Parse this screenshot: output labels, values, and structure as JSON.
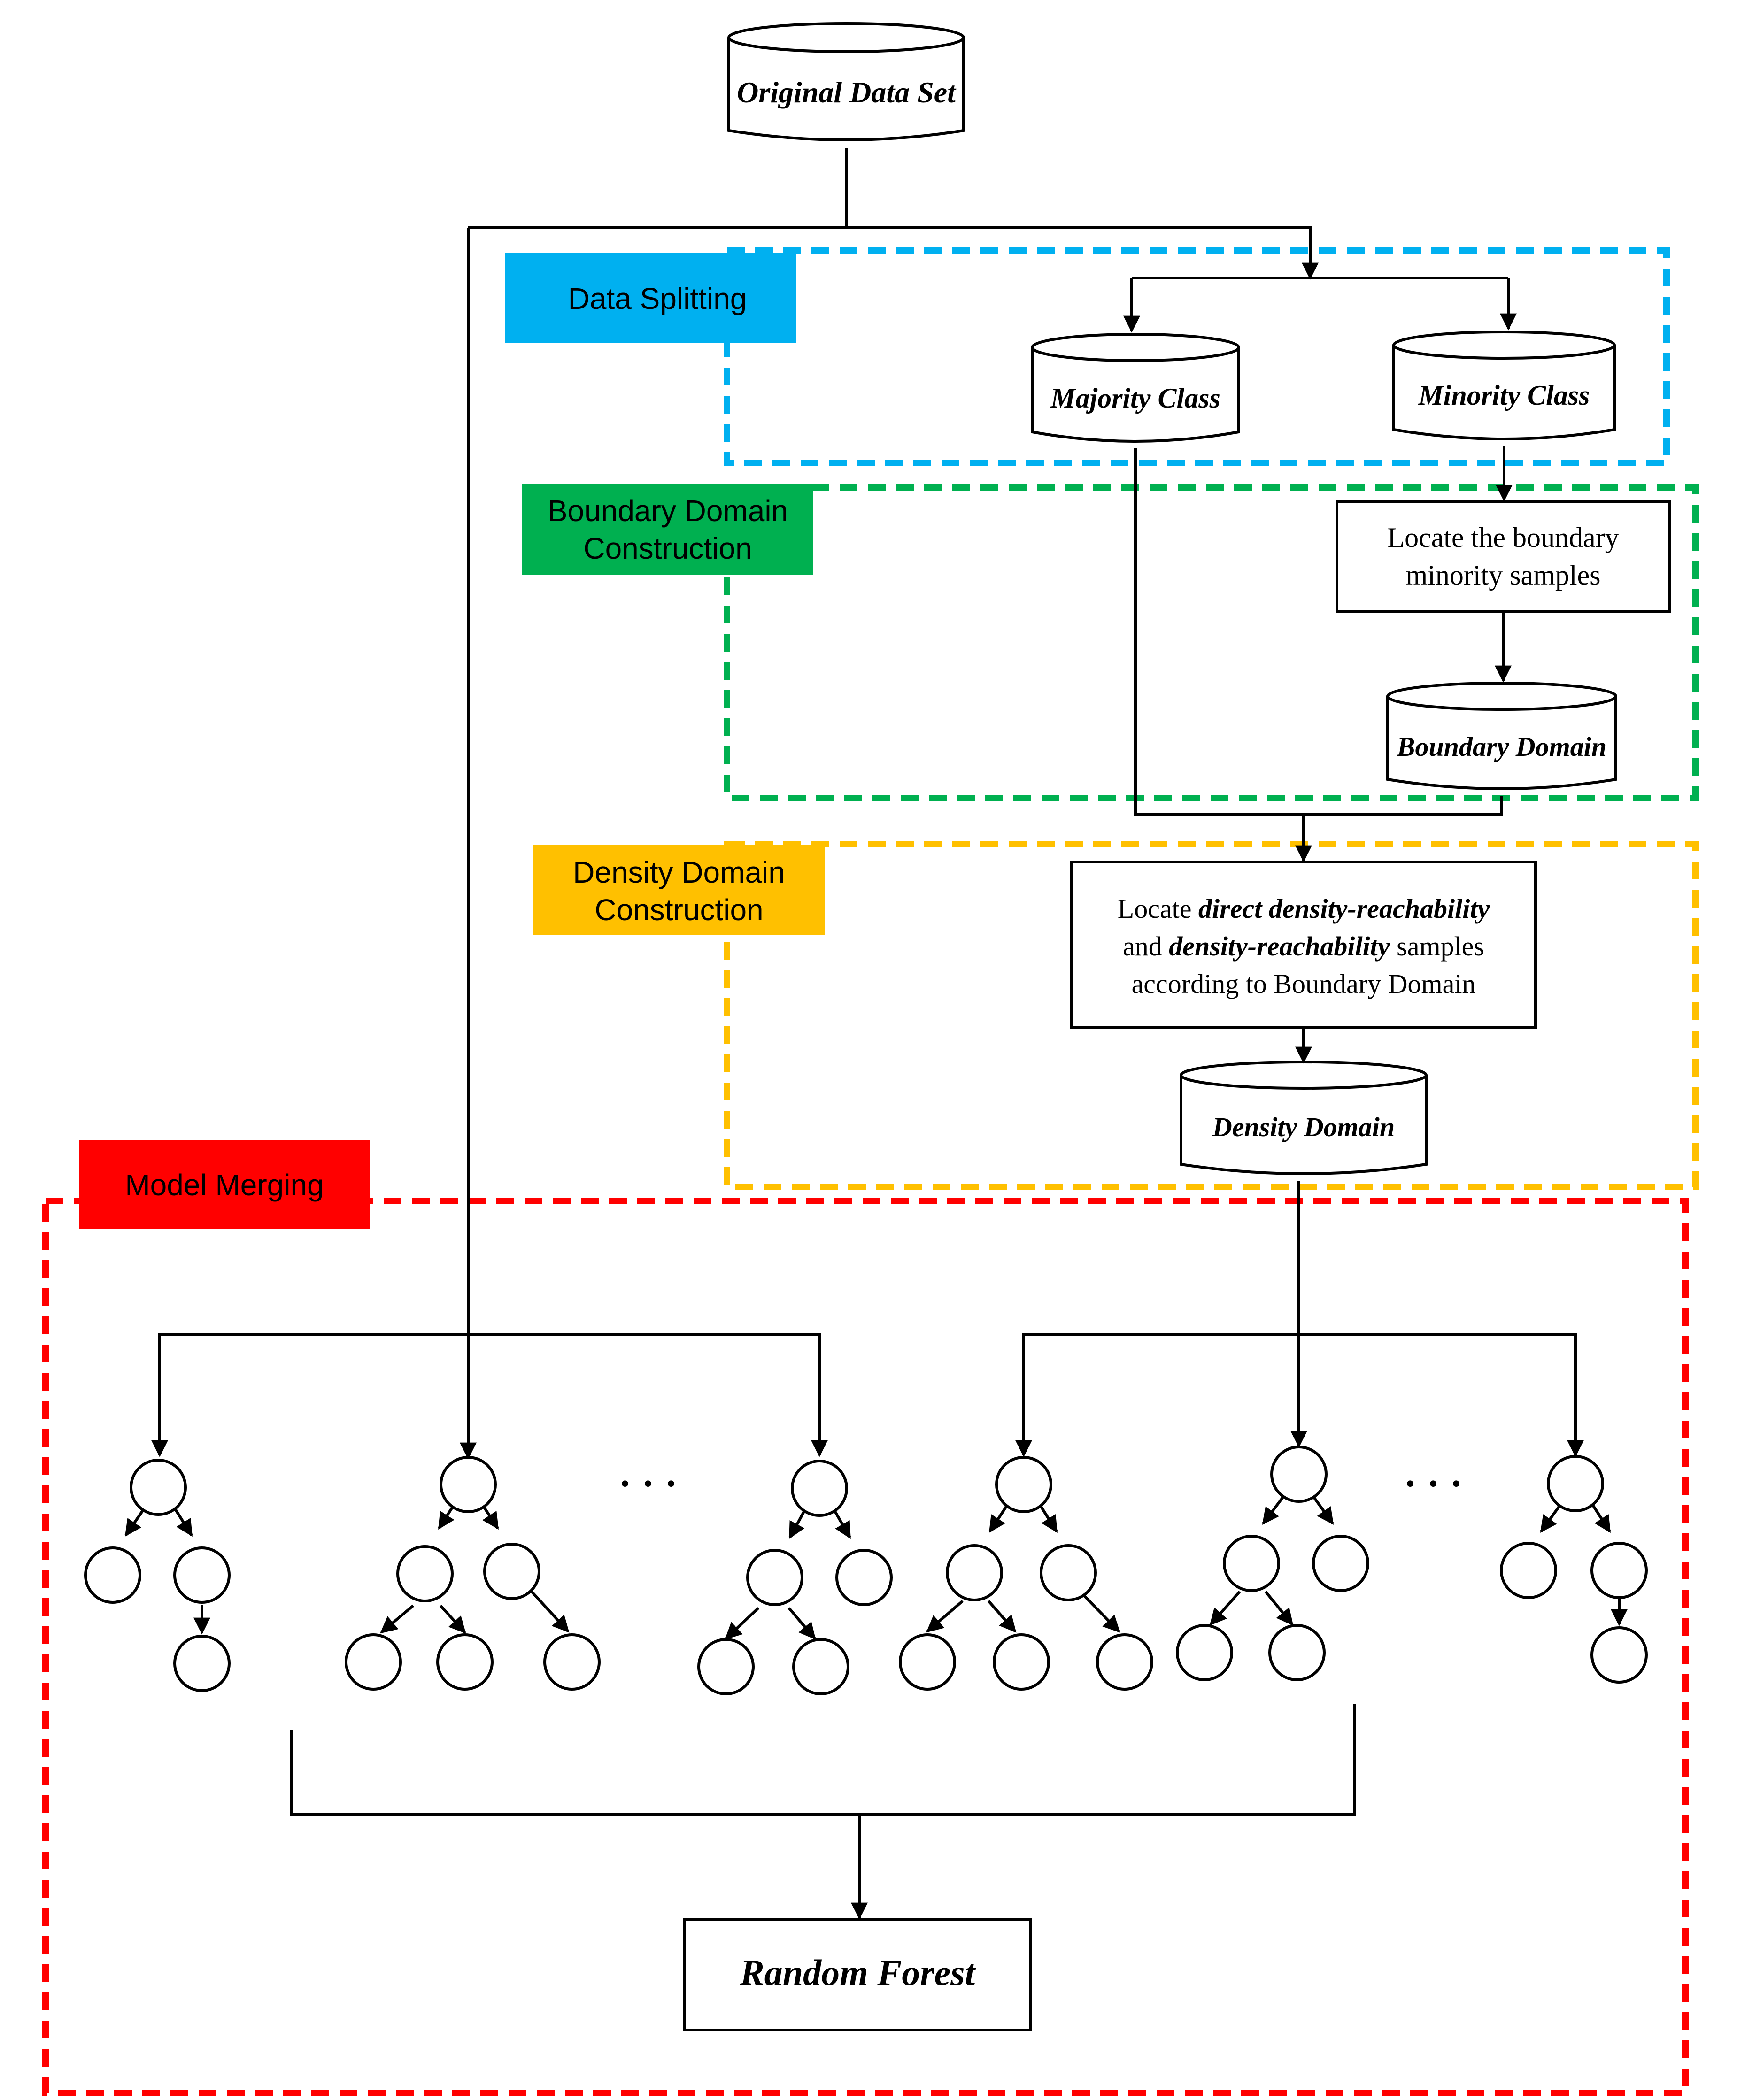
{
  "colors": {
    "data_splitting": "#00B0F0",
    "boundary": "#00B050",
    "density": "#FFC000",
    "model_merging": "#FF0000",
    "line": "#000000"
  },
  "nodes": {
    "original_data_set": "Original Data Set",
    "majority_class": "Majority Class",
    "minority_class": "Minority Class",
    "locate_boundary_line1": "Locate the boundary",
    "locate_boundary_line2": "minority samples",
    "boundary_domain": "Boundary Domain",
    "locate_density_line1_pre": "Locate ",
    "locate_density_line1_em": "direct density-reachability",
    "locate_density_line2_pre": "and ",
    "locate_density_line2_em": "density-reachability",
    "locate_density_line2_post": " samples",
    "locate_density_line3": "according to Boundary Domain",
    "density_domain": "Density Domain",
    "random_forest": "Random Forest"
  },
  "stages": {
    "data_splitting": "Data Splitting",
    "boundary_domain_construction_line1": "Boundary Domain",
    "boundary_domain_construction_line2": "Construction",
    "density_domain_construction_line1": "Density Domain",
    "density_domain_construction_line2": "Construction",
    "model_merging": "Model Merging"
  },
  "ellipsis": "· · ·"
}
